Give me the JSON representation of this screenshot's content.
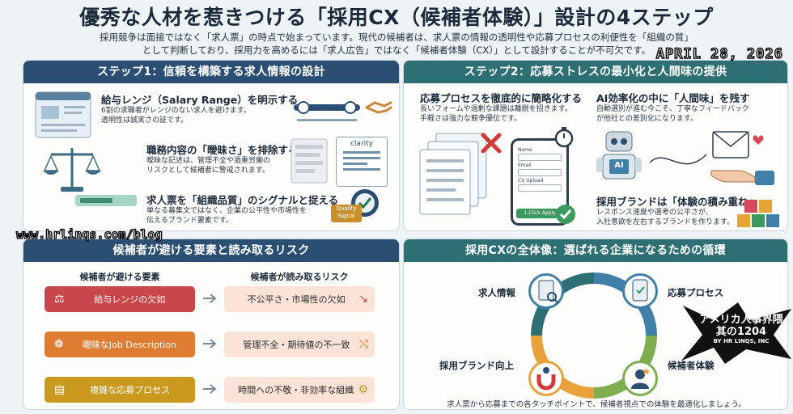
{
  "title": "優秀な人材を惹きつける「採用CX（候補者体験）」設計の4ステップ",
  "subtitle_line1": "採用競争は面接ではなく「求人票」の時点で始まっています。現代の候補者は、求人票の情報の透明性や応募プロセスの利便性を「組織の質」",
  "subtitle_line2": "として判断しており、採用力を高めるには「求人広告」ではなく「候補者体験（CX）」として設計することが不可欠です。",
  "watermark_date": "APRIL 28, 2026",
  "watermark_url": "www.hrlinqs.com/blog",
  "badge": {
    "line1": "アメリカ人事界隈",
    "line2": "其の1204",
    "line3": "BY HR LINQS, INC"
  },
  "step1": {
    "header": "ステップ1：信頼を構築する求人情報の設計",
    "item1_title": "給与レンジ（Salary Range）を明示する",
    "item1_desc1": "6割の求職者がレンジのない求人を避けます。",
    "item1_desc2": "透明性は誠実さの証です。",
    "item2_title": "職務内容の「曖昧さ」を排除する",
    "item2_desc1": "曖昧な記述は、管理不全や過重労働の",
    "item2_desc2": "リスクとして候補者に警戒されます。",
    "item2_doc_label": "clarity",
    "item3_title": "求人票を「組織品質」のシグナルと捉える",
    "item3_desc1": "単なる募集文ではなく、企業の公平性や市場性を",
    "item3_desc2": "伝えるブランド要素です。",
    "seal_line1": "Quality",
    "seal_line2": "Signal"
  },
  "step2": {
    "header": "ステップ2：応募ストレスの最小化と人間味の提供",
    "item1_title": "応募プロセスを徹底的に簡略化する",
    "item1_desc1": "長いフォームや過剰な課題は離脱を招きます。",
    "item1_desc2": "手軽さは強力な競争優位です。",
    "phone_fields": [
      "Name",
      "Email",
      "CV Upload"
    ],
    "phone_button": "1-Click Apply",
    "item2_title": "AI効率化の中に「人間味」を残す",
    "item2_desc1": "自動選別が進む今こそ、丁寧なフィードバック",
    "item2_desc2": "が他社との差別化になります。",
    "robot_label": "AI",
    "item3_title": "採用ブランドは「体験の積み重ね」",
    "item3_desc1": "レスポンス速度や選考の公平さが、",
    "item3_desc2": "入社意欲を左右するブランドを作ります。"
  },
  "step3": {
    "header": "候補者が避ける要素と読み取るリスク",
    "col_left": "候補者が避ける要素",
    "col_right": "候補者が読み取るリスク",
    "avoid": [
      "給与レンジの欠如",
      "曖昧なJob Description",
      "複雑な応募プロセス"
    ],
    "risks": [
      "不公平さ・市場性の欠如",
      "管理不全・期待値の不一致",
      "時間への不敬・非効率な組織"
    ],
    "colors": [
      "#c9464a",
      "#e07b32",
      "#c99a1e"
    ]
  },
  "step4": {
    "header": "採用CXの全体像：選ばれる企業になるための循環",
    "nodes": [
      "求人情報",
      "応募プロセス",
      "採用ブランド向上",
      "候補者体験"
    ],
    "footer": "求人票から応募までの各タッチポイントで、候補者視点での体験を最適化しましょう。"
  },
  "colors": {
    "navy": "#2b4f72",
    "teal": "#2d6f73",
    "ring_blue": "#3f7fa8",
    "ring_green": "#7fae4e",
    "ring_orange": "#e9a23b"
  }
}
